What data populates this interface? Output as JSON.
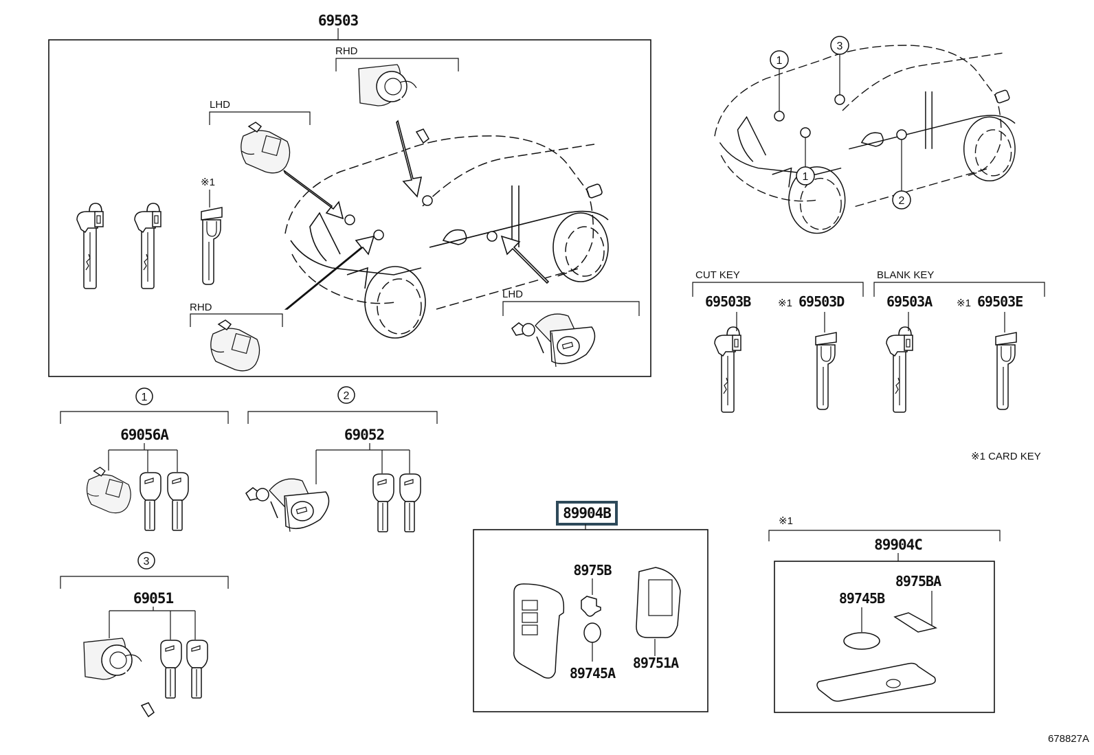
{
  "diagram": {
    "image_code": "678827A",
    "highlight_color": "#2e4a5a",
    "note": "※1 CARD KEY",
    "main_assembly": {
      "part_number": "69503",
      "labels": {
        "rhd_top": "RHD",
        "lhd_left": "LHD",
        "rhd_bottom": "RHD",
        "lhd_right": "LHD",
        "card_key_mark": "※1"
      }
    },
    "location_callouts": [
      "1",
      "3",
      "1",
      "2"
    ],
    "cut_key": {
      "group_label": "CUT KEY",
      "parts": [
        {
          "part_number": "69503B",
          "mark": ""
        },
        {
          "part_number": "69503D",
          "mark": "※1"
        }
      ]
    },
    "blank_key": {
      "group_label": "BLANK KEY",
      "parts": [
        {
          "part_number": "69503A",
          "mark": ""
        },
        {
          "part_number": "69503E",
          "mark": "※1"
        }
      ]
    },
    "sets": [
      {
        "callout": "1",
        "part_number": "69056A"
      },
      {
        "callout": "2",
        "part_number": "69052"
      },
      {
        "callout": "3",
        "part_number": "69051"
      }
    ],
    "smart_key": {
      "part_number": "89904B",
      "highlighted": true,
      "components": [
        {
          "part_number": "8975B"
        },
        {
          "part_number": "89745A"
        },
        {
          "part_number": "89751A"
        }
      ]
    },
    "card_key": {
      "mark": "※1",
      "part_number": "89904C",
      "components": [
        {
          "part_number": "89745B"
        },
        {
          "part_number": "8975BA"
        }
      ]
    }
  }
}
